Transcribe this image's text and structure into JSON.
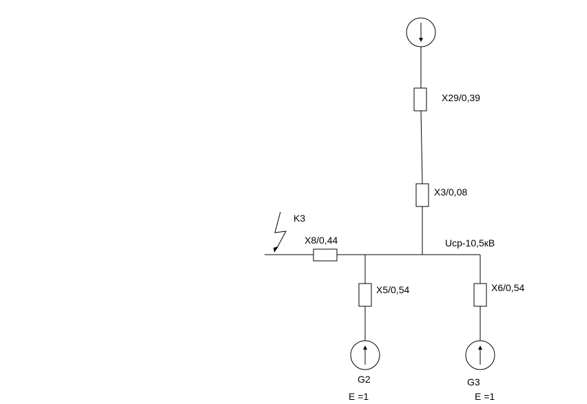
{
  "diagram": {
    "fault_label": "K3",
    "bus_voltage_label": "Ucp-10,5кВ",
    "reactances": {
      "x29": "X29/0,39",
      "x3": "X3/0,08",
      "x8": "X8/0,44",
      "x5": "X5/0,54",
      "x6": "X6/0,54"
    },
    "generators": {
      "g2": {
        "name": "G2",
        "emf": "E =1"
      },
      "g3": {
        "name": "G3",
        "emf": "E =1"
      }
    }
  }
}
